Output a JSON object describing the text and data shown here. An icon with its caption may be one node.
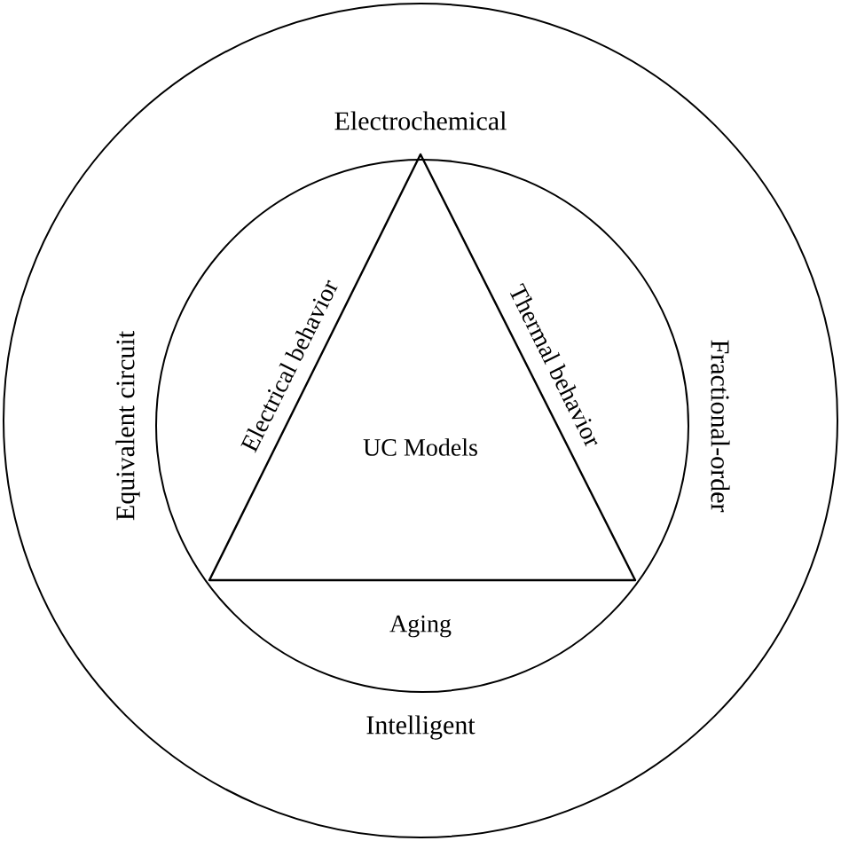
{
  "diagram": {
    "nodes": [
      {
        "text": [
          "Electrochemical",
          "Equivalent circuit",
          "Fractional-order",
          "Intelligent"
        ]
      },
      {
        "text": [
          "Electrical behavior",
          "Thermal behavior",
          "Aging"
        ],
        "in": 0
      },
      {
        "text": [
          "UC Models"
        ],
        "in": 1
      }
    ]
  }
}
